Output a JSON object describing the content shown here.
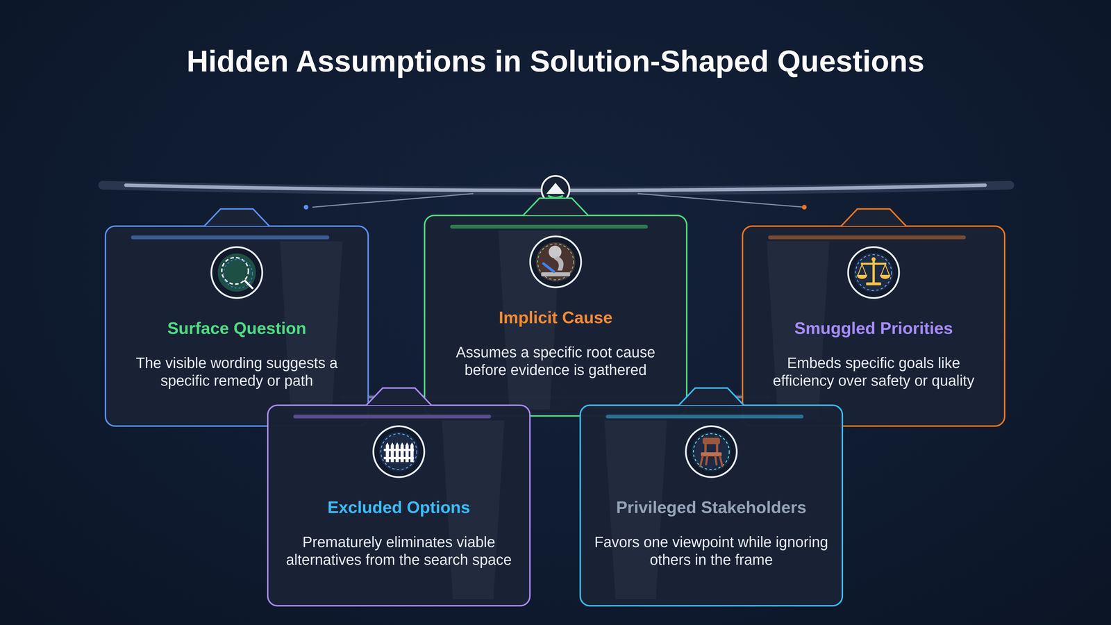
{
  "diagram": {
    "title": "Hidden Assumptions in Solution-Shaped Questions",
    "nodes": [
      {
        "text": [
          "Surface Question",
          "The visible wording suggests a specific remedy or path"
        ]
      },
      {
        "text": [
          "Implicit Cause",
          "Assumes a specific root cause before evidence is gathered"
        ]
      },
      {
        "text": [
          "Smuggled Priorities",
          "Embeds specific goals like efficiency over safety or quality"
        ]
      },
      {
        "text": [
          "Excluded Options",
          "Prematurely eliminates viable alternatives from the search space"
        ]
      },
      {
        "text": [
          "Privileged Stakeholders",
          "Favors one viewpoint while ignoring others in the frame"
        ]
      }
    ]
  }
}
